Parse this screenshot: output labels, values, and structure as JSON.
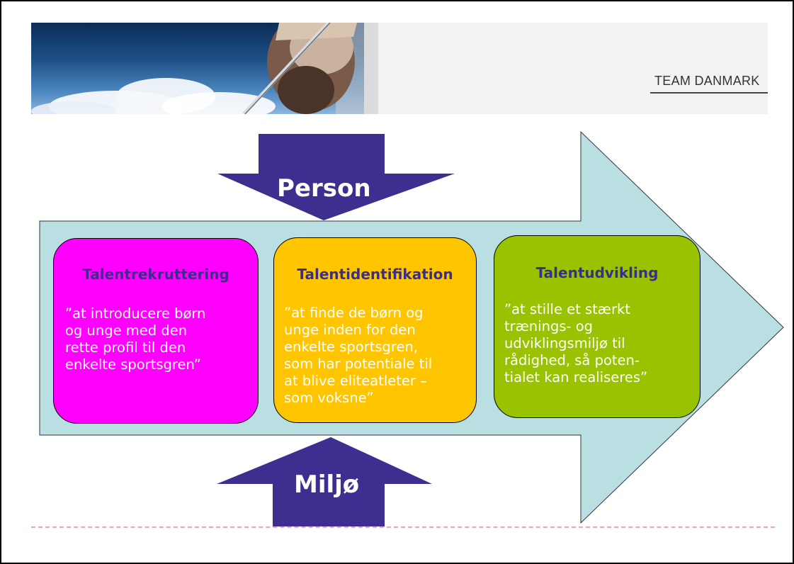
{
  "header": {
    "logo_text": "TEAM DANMARK"
  },
  "diagram": {
    "top_arrow_label": "Person",
    "bottom_arrow_label": "Miljø",
    "colors": {
      "big_arrow": "#b9dfe2",
      "small_arrows": "#3c2f8f",
      "box_recruit": "#ff00ff",
      "box_identify": "#ffc600",
      "box_develop": "#99c200",
      "box_title": "#3a2d8c"
    },
    "boxes": [
      {
        "title": "Talentrekruttering",
        "text": "”at introducere børn\nog unge med den\nrette profil til den\nenkelte sportsgren”"
      },
      {
        "title": "Talentidentifikation",
        "text": "”at finde de børn og\nunge inden for den\nenkelte sportsgren,\nsom har potentiale til\nat blive eliteatleter –\nsom voksne”"
      },
      {
        "title": "Talentudvikling",
        "text": "”at stille et stærkt\ntrænings- og\nudviklingsmiljø til\nrådighed, så poten-\ntialet kan realiseres”"
      }
    ]
  }
}
